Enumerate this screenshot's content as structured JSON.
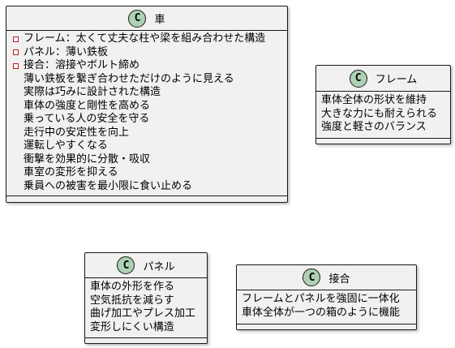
{
  "classes": {
    "car": {
      "name": "車",
      "badge": "C",
      "attributes": [
        "フレーム：太くて丈夫な柱や梁を組み合わせた構造",
        "パネル：薄い鉄板",
        "接合：溶接やボルト締め"
      ],
      "notes": [
        "薄い鉄板を繋ぎ合わせただけのように見える",
        "実際は巧みに設計された構造",
        "車体の強度と剛性を高める",
        "乗っている人の安全を守る",
        "走行中の安定性を向上",
        "運転しやすくなる",
        "衝撃を効果的に分散・吸収",
        "車室の変形を抑える",
        "乗員への被害を最小限に食い止める"
      ]
    },
    "frame": {
      "name": "フレーム",
      "badge": "C",
      "lines": [
        "車体全体の形状を維持",
        "大きな力にも耐えられる",
        "強度と軽さのバランス"
      ]
    },
    "panel": {
      "name": "パネル",
      "badge": "C",
      "lines": [
        "車体の外形を作る",
        "空気抵抗を減らす",
        "曲げ加工やプレス加工",
        "変形しにくい構造"
      ]
    },
    "joint": {
      "name": "接合",
      "badge": "C",
      "lines": [
        "フレームとパネルを強固に一体化",
        "車体全体が一つの箱のように機能"
      ]
    }
  }
}
